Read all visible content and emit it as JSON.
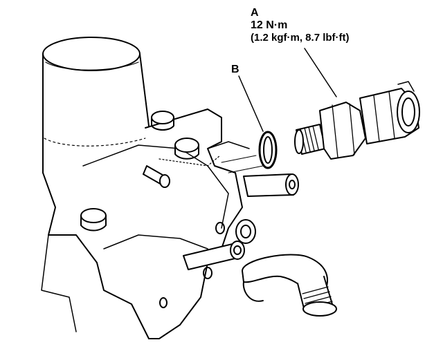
{
  "callouts": {
    "a": {
      "letter": "A",
      "torque_nm": "12 N·m",
      "torque_alt": "(1.2 kgf·m, 8.7 lbf·ft)"
    },
    "b": {
      "letter": "B"
    }
  },
  "colors": {
    "line": "#000000",
    "background": "#ffffff"
  }
}
